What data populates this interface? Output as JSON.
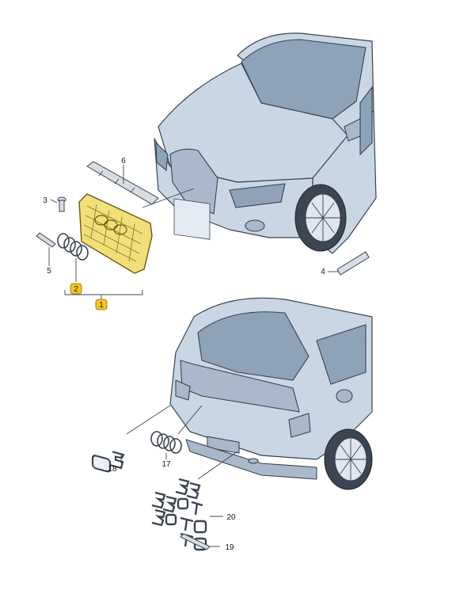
{
  "callouts": [
    {
      "id": "c1",
      "label": "1",
      "highlighted": true
    },
    {
      "id": "c2",
      "label": "2",
      "highlighted": true
    },
    {
      "id": "c3",
      "label": "3",
      "highlighted": false
    },
    {
      "id": "c4",
      "label": "4",
      "highlighted": false
    },
    {
      "id": "c5",
      "label": "5",
      "highlighted": false
    },
    {
      "id": "c6",
      "label": "6",
      "highlighted": false
    },
    {
      "id": "c17",
      "label": "17",
      "highlighted": false
    },
    {
      "id": "c18",
      "label": "18",
      "highlighted": false
    },
    {
      "id": "c19",
      "label": "19",
      "highlighted": false
    },
    {
      "id": "c20",
      "label": "20",
      "highlighted": false
    }
  ],
  "colors": {
    "highlight": "#f5c518",
    "grille_fill": "#f1e07a",
    "car_body": "#c9d6e4",
    "line": "#3b4350"
  }
}
